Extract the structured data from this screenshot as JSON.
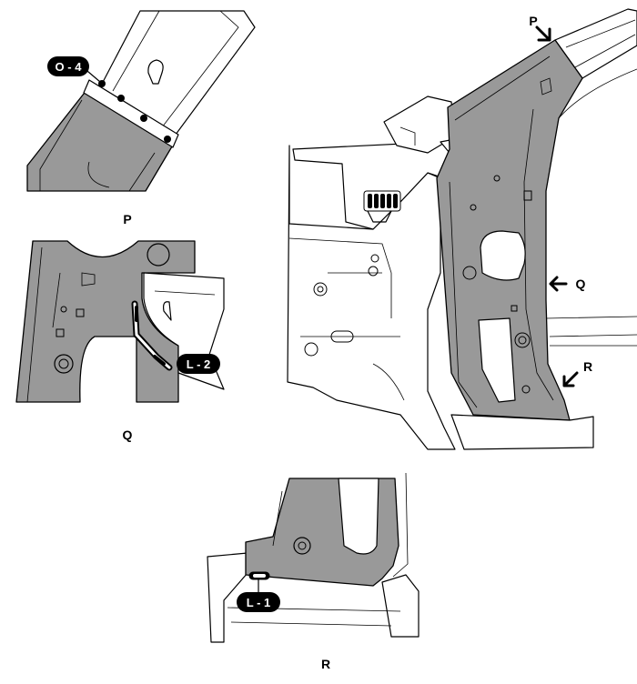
{
  "labels": {
    "view_p": "P",
    "view_q": "Q",
    "view_r": "R",
    "arrow_p": "P",
    "arrow_q": "Q",
    "arrow_r": "R"
  },
  "callouts": {
    "o4": "O - 4",
    "l2": "L - 2",
    "l1": "L - 1"
  },
  "colors": {
    "panel": "#999999",
    "tag_fill": "#000000",
    "tag_text": "#ffffff"
  }
}
